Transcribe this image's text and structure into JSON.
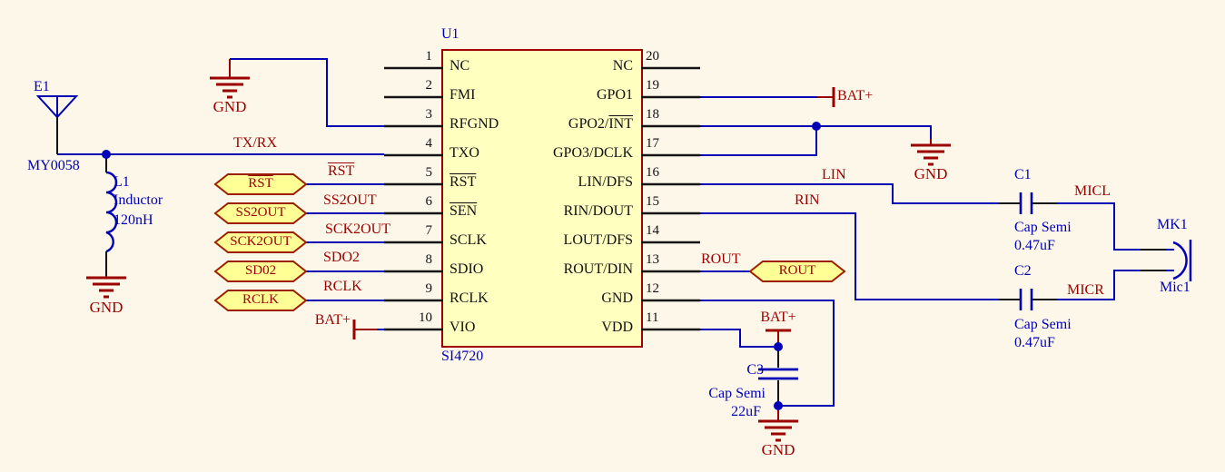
{
  "chip": {
    "designator": "U1",
    "part_number": "SI4720",
    "left_pins": [
      {
        "num": "1",
        "name": "NC"
      },
      {
        "num": "2",
        "name": "FMI"
      },
      {
        "num": "3",
        "name": "RFGND"
      },
      {
        "num": "4",
        "name": "TXO"
      },
      {
        "num": "5",
        "name": "",
        "ov": "RST"
      },
      {
        "num": "6",
        "name": "",
        "ov": "SEN"
      },
      {
        "num": "7",
        "name": "SCLK"
      },
      {
        "num": "8",
        "name": "SDIO"
      },
      {
        "num": "9",
        "name": "RCLK"
      },
      {
        "num": "10",
        "name": "VIO"
      }
    ],
    "right_pins": [
      {
        "num": "20",
        "name": "NC"
      },
      {
        "num": "19",
        "name": "GPO1"
      },
      {
        "num": "18",
        "name": "GPO2/",
        "ov": "INT"
      },
      {
        "num": "17",
        "name": "GPO3/DCLK"
      },
      {
        "num": "16",
        "name": "LIN/DFS"
      },
      {
        "num": "15",
        "name": "RIN/DOUT"
      },
      {
        "num": "14",
        "name": "LOUT/DFS"
      },
      {
        "num": "13",
        "name": "ROUT/DIN"
      },
      {
        "num": "12",
        "name": "GND"
      },
      {
        "num": "11",
        "name": "VDD"
      }
    ]
  },
  "components": {
    "antenna": {
      "designator": "E1",
      "value": "MY0058"
    },
    "inductor": {
      "designator": "L1",
      "type": "Inductor",
      "value": "120nH"
    },
    "c1": {
      "designator": "C1",
      "type": "Cap Semi",
      "value": "0.47uF"
    },
    "c2": {
      "designator": "C2",
      "type": "Cap Semi",
      "value": "0.47uF"
    },
    "c3": {
      "designator": "C3",
      "type": "Cap Semi",
      "value": "22uF"
    },
    "mic": {
      "designator": "MK1",
      "value": "Mic1"
    }
  },
  "ports": {
    "rst": "RST",
    "ss2out": "SS2OUT",
    "sck2out": "SCK2OUT",
    "sd02": "SD02",
    "rclk": "RCLK",
    "rout": "ROUT"
  },
  "net_labels": {
    "txrx": "TX/RX",
    "rst": "RST",
    "ss2out": "SS2OUT",
    "sck2out": "SCK2OUT",
    "sdo2": "SDO2",
    "rclk": "RCLK",
    "lin": "LIN",
    "rin": "RIN",
    "rout": "ROUT",
    "micl": "MICL",
    "micr": "MICR"
  },
  "power": {
    "gnd": "GND",
    "bat": "BAT+"
  },
  "colors": {
    "wire": "#0000B4",
    "symbol": "#9B0000",
    "chip_fill": "#FFFFC0",
    "port_fill": "#FFFF96"
  }
}
